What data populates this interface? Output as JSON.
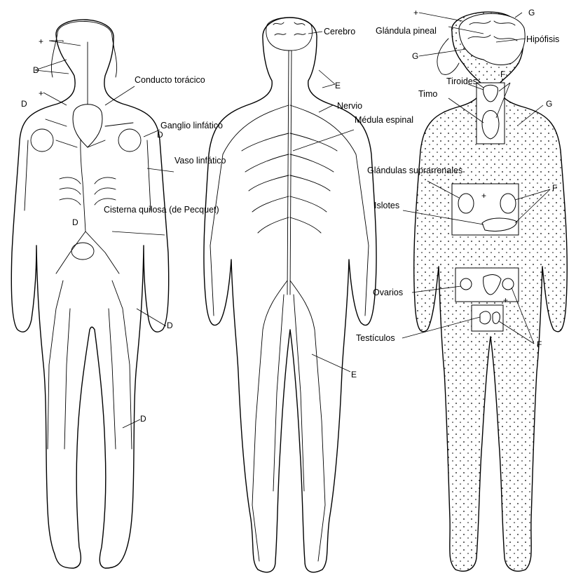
{
  "lymphatic": {
    "labels": [
      "Conducto torácico",
      "Ganglio linfático",
      "Vaso linfático",
      "Cisterna quilosa (de Pecquet)"
    ],
    "markers": [
      "+",
      "D",
      "+",
      "D",
      "D",
      "D",
      "D",
      "D"
    ]
  },
  "nervous": {
    "labels": [
      "Cerebro",
      "Nervio",
      "Médula espinal"
    ],
    "markers": [
      "E",
      "E"
    ]
  },
  "endocrine": {
    "labels": [
      "Glándula pineal",
      "Hipófisis",
      "Tiroides",
      "Timo",
      "Glándulas suprarrenales",
      "Islotes",
      "Ovarios",
      "Testículos"
    ],
    "markers": [
      "+",
      "G",
      "G",
      "F",
      "G",
      "+",
      "F",
      "+",
      "F"
    ]
  }
}
